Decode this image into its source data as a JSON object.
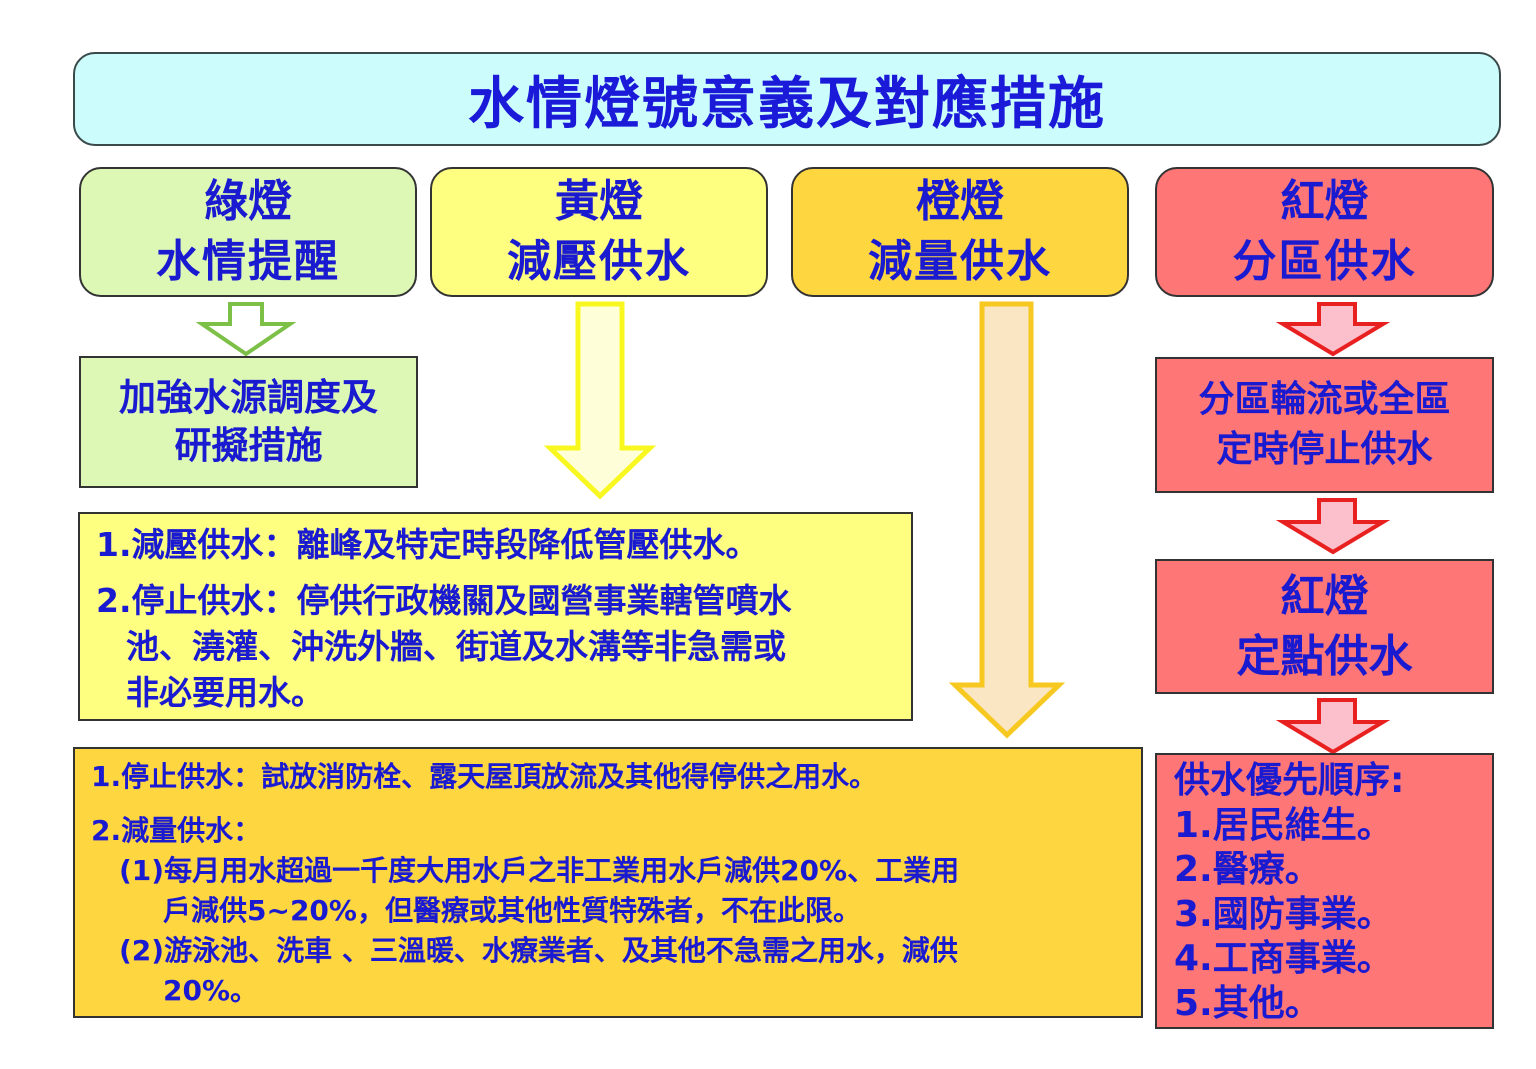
{
  "title": "水情燈號意義及對應措施",
  "colors": {
    "text": "#1a1ad0",
    "title_bg": "#ccfcfc",
    "green": "#dcf8b4",
    "yellow": "#fefe80",
    "orange": "#fed640",
    "red": "#fe7676"
  },
  "levels": [
    {
      "light": "綠燈",
      "name": "水情提醒"
    },
    {
      "light": "黃燈",
      "name": "減壓供水"
    },
    {
      "light": "橙燈",
      "name": "減量供水"
    },
    {
      "light": "紅燈",
      "name": "分區供水"
    }
  ],
  "green_measure": {
    "line1": "加強水源調度及",
    "line2": "研擬措施"
  },
  "yellow_measures": {
    "item1": "1.減壓供水：離峰及特定時段降低管壓供水。",
    "item2_line1": "2.停止供水：停供行政機關及國營事業轄管噴水",
    "item2_line2": "池、澆灌、沖洗外牆、街道及水溝等非急需或",
    "item2_line3": "非必要用水。"
  },
  "orange_measures": {
    "item1": "1.停止供水：試放消防栓、露天屋頂放流及其他得停供之用水。",
    "item2": "2.減量供水：",
    "sub1_line1": "(1)每月用水超過一千度大用水戶之非工業用水戶減供20%、工業用",
    "sub1_line2": "戶減供5~20%，但醫療或其他性質特殊者，不在此限。",
    "sub2_line1": "(2)游泳池、洗車 、三溫暖、水療業者、及其他不急需之用水，減供",
    "sub2_line2": "20%。"
  },
  "red_steps": {
    "step1_line1": "分區輪流或全區",
    "step1_line2": "定時停止供水",
    "step2_line1": "紅燈",
    "step2_line2": "定點供水",
    "priority_title": "供水優先順序:",
    "priority": [
      "1.居民維生。",
      "2.醫療。",
      "3.國防事業。",
      "4.工商事業。",
      "5.其他。"
    ]
  }
}
